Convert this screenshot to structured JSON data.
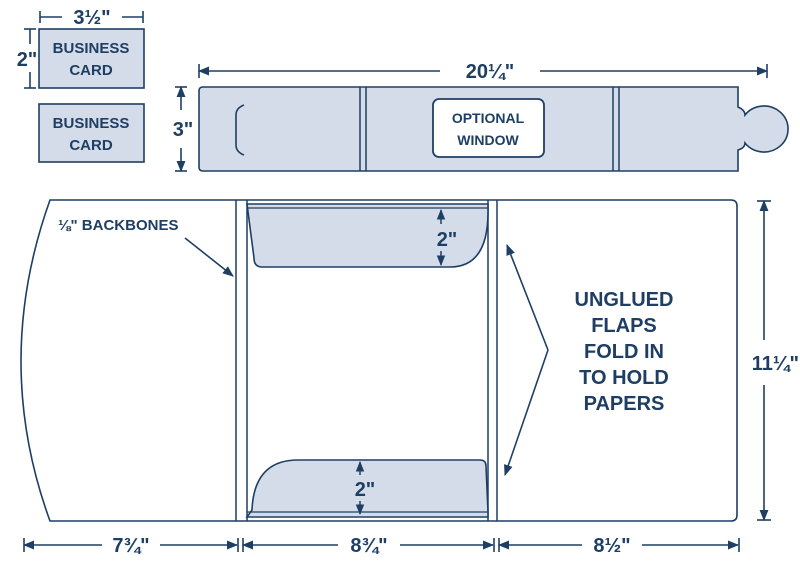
{
  "colors": {
    "ink": "#1e3f63",
    "panel_fill": "#d4dcea",
    "paper": "#ffffff"
  },
  "business_card": {
    "width_label": "3½\"",
    "height_label": "2\"",
    "card_1_line_1": "BUSINESS",
    "card_1_line_2": "CARD",
    "card_2_line_1": "BUSINESS",
    "card_2_line_2": "CARD"
  },
  "strip": {
    "width_label": "20¼\"",
    "height_label": "3\"",
    "window_line_1": "OPTIONAL",
    "window_line_2": "WINDOW"
  },
  "folder": {
    "backbones_label": "⅛\" BACKBONES",
    "top_pocket_label": "2\"",
    "bottom_pocket_label": "2\"",
    "flaps_note": [
      "UNGLUED",
      "FLAPS",
      "FOLD IN",
      "TO HOLD",
      "PAPERS"
    ],
    "height_label": "11¼\"",
    "left_width_label": "7¾\"",
    "center_width_label": "8¾\"",
    "right_width_label": "8½\""
  }
}
